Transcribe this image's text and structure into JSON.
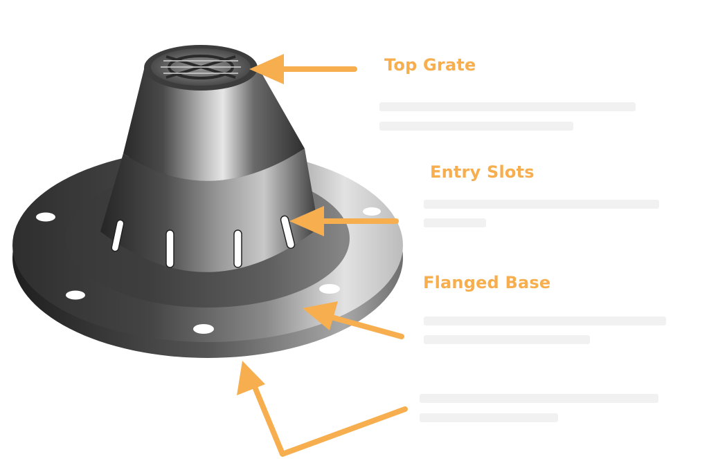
{
  "colors": {
    "accent": "#f6ae4e",
    "metal_dark": "#2b2b2b",
    "metal_mid": "#5f5f5f",
    "metal_light": "#d9d9d9",
    "faint_text": "#f1f1f1"
  },
  "callouts": [
    {
      "id": "top-grate",
      "label": "Top Grate"
    },
    {
      "id": "entry-slots",
      "label": "Entry Slots"
    },
    {
      "id": "flanged-base",
      "label": "Flanged Base"
    }
  ]
}
